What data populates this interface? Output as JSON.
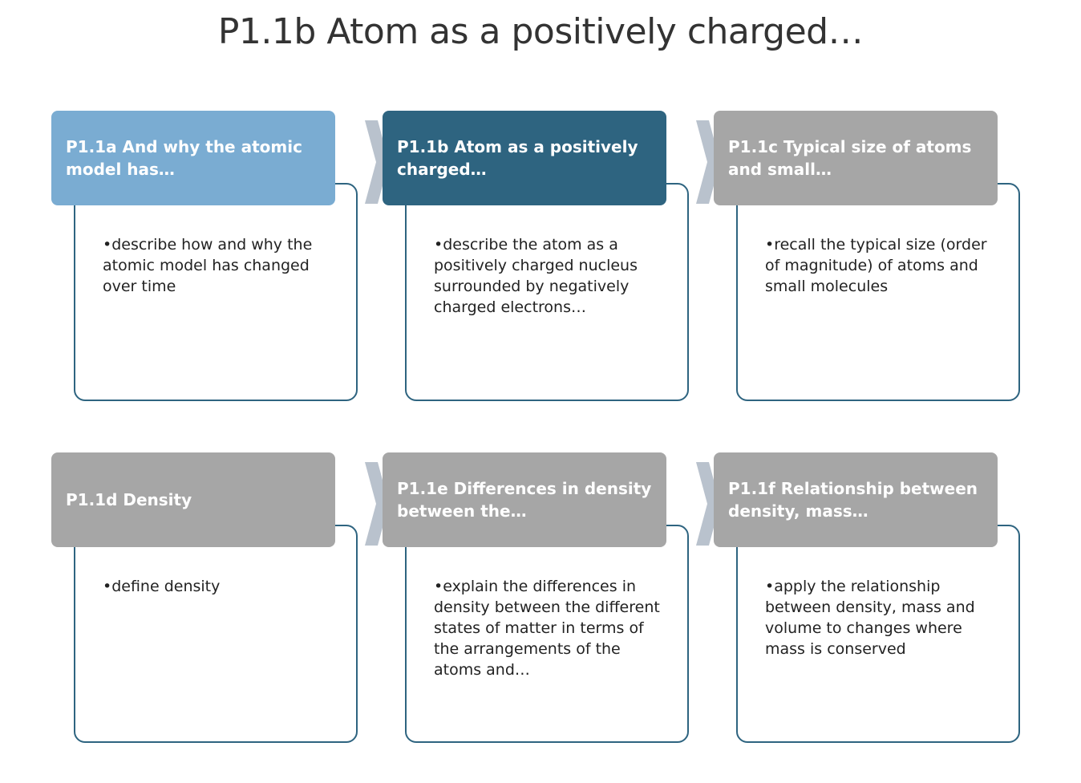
{
  "title": "P1.1b Atom as a positively charged…",
  "colors": {
    "header_light_blue": "#7aacd2",
    "header_dark_blue": "#2e6480",
    "header_gray": "#a6a6a6",
    "border": "#2e6480",
    "chevron": "#b9c2cd"
  },
  "cards": [
    {
      "header": "P1.1a And why the atomic model has…",
      "body": "•describe how and why the atomic model has changed over time",
      "style": "light"
    },
    {
      "header": "P1.1b Atom as a positively charged…",
      "body": "•describe the atom as a positively charged nucleus surrounded by negatively charged electrons…",
      "style": "active"
    },
    {
      "header": "P1.1c Typical size of atoms and small…",
      "body": "•recall the typical size (order of magnitude) of atoms and small molecules",
      "style": "gray"
    },
    {
      "header": "P1.1d Density",
      "body": "•define density",
      "style": "gray"
    },
    {
      "header": "P1.1e Differences in density between the…",
      "body": "•explain the differences in density between the different states of matter in terms of the arrangements of the atoms and…",
      "style": "gray"
    },
    {
      "header": "P1.1f Relationship between density, mass…",
      "body": "•apply the relationship between density, mass and volume to changes where mass is conserved",
      "style": "gray"
    }
  ]
}
